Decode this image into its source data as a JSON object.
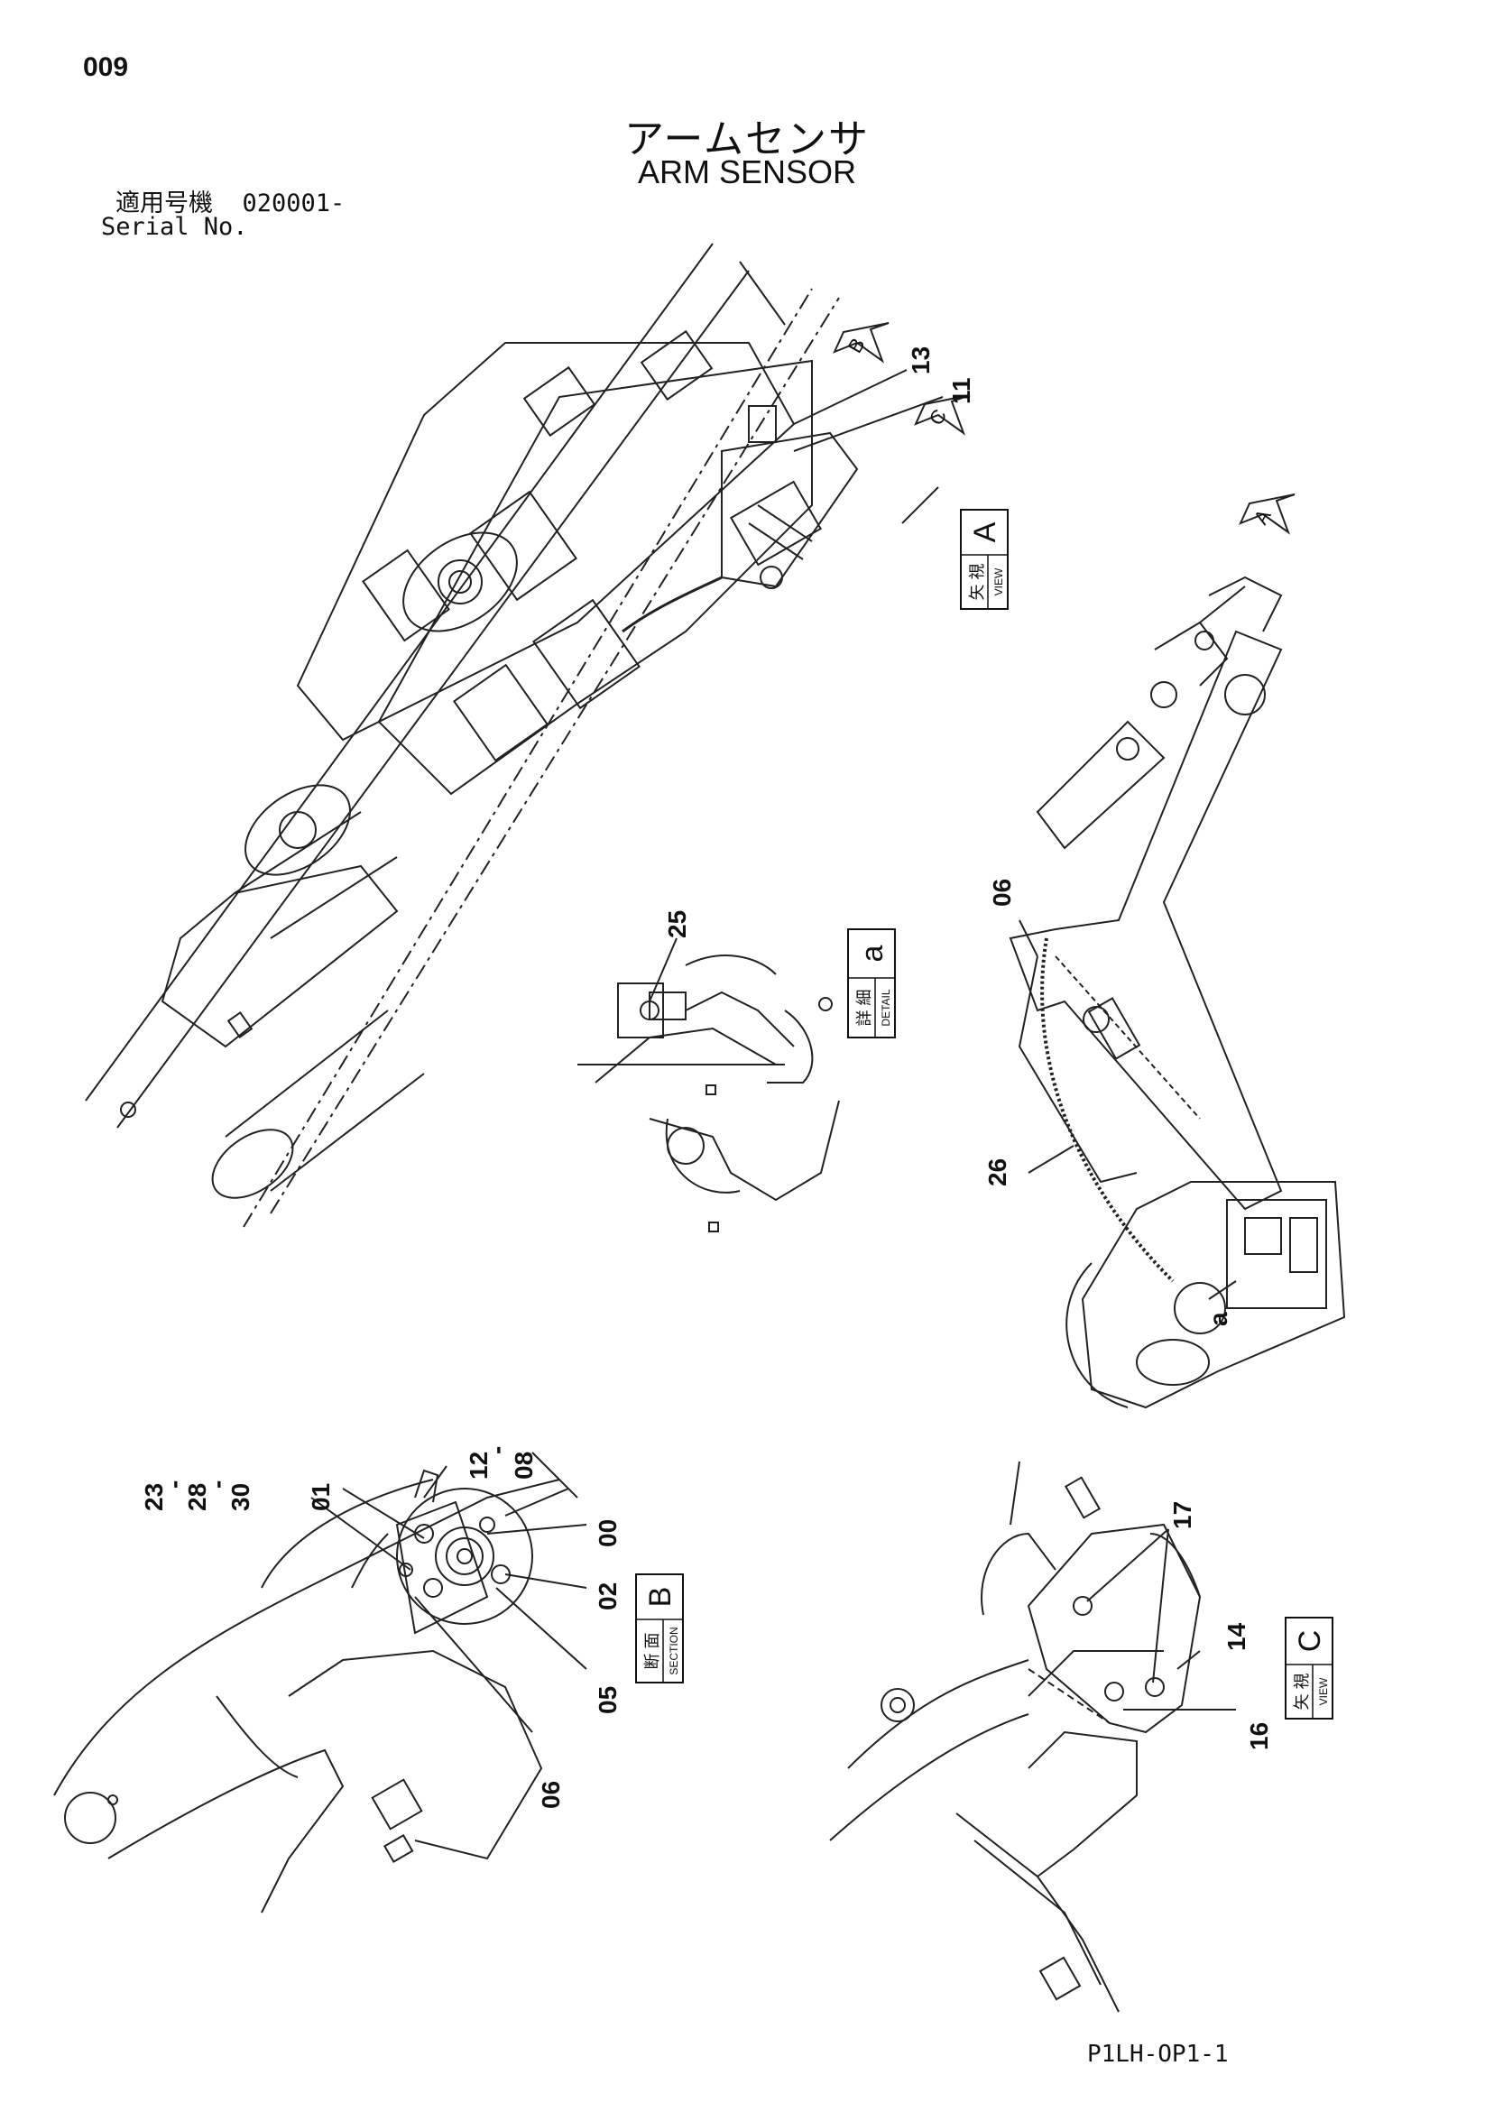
{
  "page_number": "009",
  "title_jp": "アームセンサ",
  "title_en": "ARM SENSOR",
  "serial": {
    "label_jp": "適用号機",
    "value": "020001-",
    "label_en": "Serial No."
  },
  "views": {
    "view_a": {
      "kanji": "矢 視",
      "en": "VIEW",
      "letter": "A"
    },
    "detail_a": {
      "kanji": "詳 細",
      "en": "DETAIL",
      "letter": "a"
    },
    "section_b": {
      "kanji": "断 面",
      "en": "SECTION",
      "letter": "B"
    },
    "view_c": {
      "kanji": "矢 視",
      "en": "VIEW",
      "letter": "C"
    }
  },
  "arrow_markers": [
    "B",
    "C",
    "A"
  ],
  "callouts": {
    "p13": "13",
    "p11": "11",
    "p25": "25",
    "p06a": "06",
    "p26": "26",
    "pa": "a",
    "p12": "12",
    "p08": "08",
    "p23": "23",
    "p28": "28",
    "p30": "30",
    "p01": "01",
    "p00": "00",
    "p02": "02",
    "p05": "05",
    "p06b": "06",
    "p17": "17",
    "p14": "14",
    "p16": "16",
    "dash": "-"
  },
  "drawing_code": "P1LH-OP1-1"
}
